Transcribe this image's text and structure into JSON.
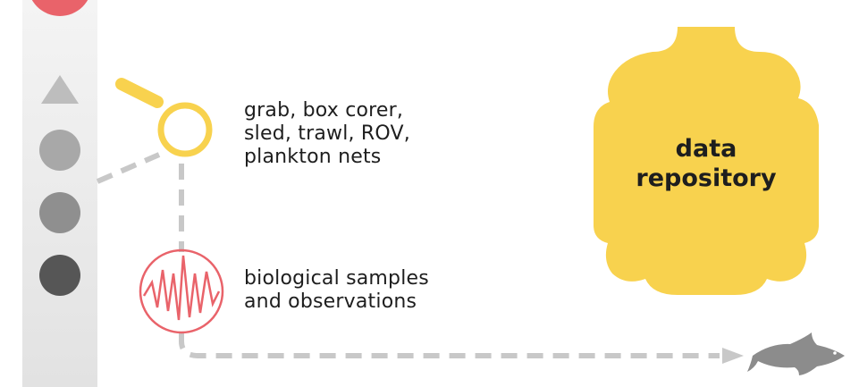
{
  "sampling_tools": {
    "lines": [
      "grab, box corer,",
      "sled, trawl, ROV,",
      "plankton nets"
    ]
  },
  "samples": {
    "lines": [
      "biological samples",
      "and observations"
    ]
  },
  "repository": {
    "lines": [
      "data",
      "repository"
    ]
  },
  "colors": {
    "yellow": "#f8d24e",
    "red_accent": "#e9636a",
    "dash_gray": "#c8c8c8",
    "column_gray": "#ececec",
    "fish_gray": "#8c8c8c"
  },
  "icons": [
    "magnifier-icon",
    "waveform-icon",
    "fish-icon",
    "triangle-icon",
    "circle-icon"
  ]
}
